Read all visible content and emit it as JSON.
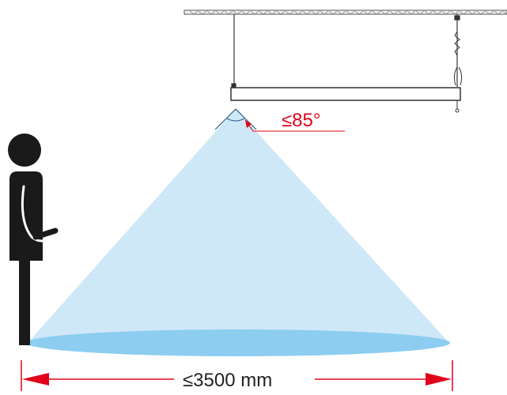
{
  "angle_label": "≤85°",
  "distance_label": "≤3500 mm",
  "colors": {
    "annotation_red": "#e2001a",
    "beam_fill": "#cfe8f8",
    "floor_fill": "#8ccdf0",
    "figure_black": "#1a1a1a",
    "line_gray": "#555555"
  },
  "icons": {
    "person": "person-silhouette-icon",
    "ceiling": "ceiling-hatch",
    "luminaire": "pendant-linear-light"
  }
}
